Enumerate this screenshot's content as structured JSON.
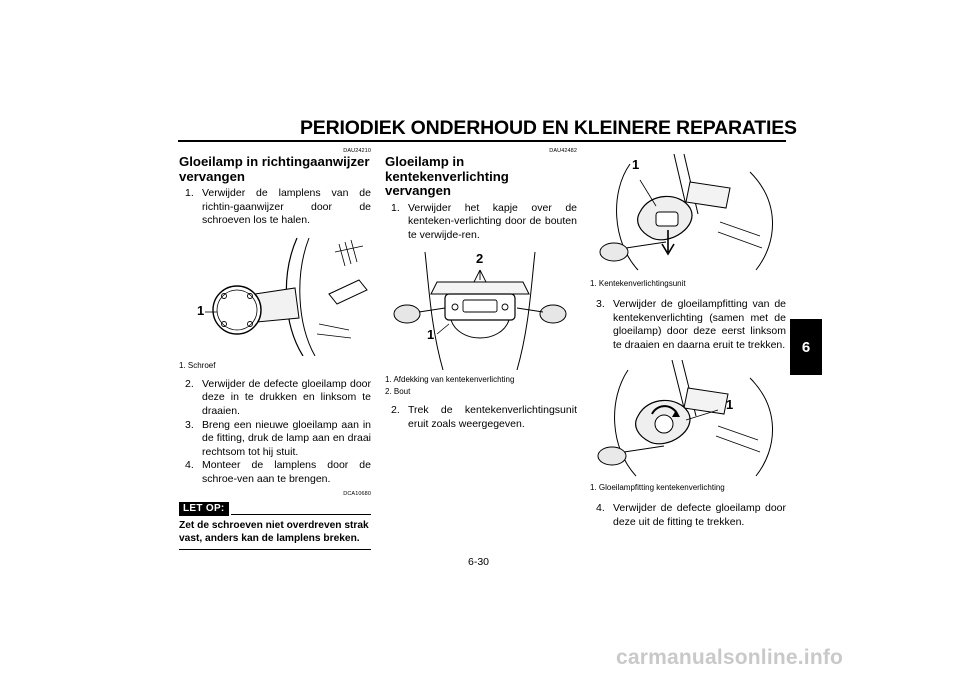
{
  "header": {
    "title": "PERIODIEK ONDERHOUD EN KLEINERE REPARATIES"
  },
  "chapter_tab": "6",
  "page_number": "6-30",
  "watermark": "carmanualsonline.info",
  "left": {
    "code": "DAU24210",
    "title": "Gloeilamp in richtingaanwijzer vervangen",
    "steps": [
      {
        "n": "1.",
        "text": "Verwijder de lamplens van de richtin-gaanwijzer door de schroeven los te halen."
      },
      {
        "n": "2.",
        "text": "Verwijder de defecte gloeilamp door deze in te drukken en linksom te draaien."
      },
      {
        "n": "3.",
        "text": "Breng een nieuwe gloeilamp aan in de fitting, druk de lamp aan en draai rechtsom tot hij stuit."
      },
      {
        "n": "4.",
        "text": "Monteer de lamplens door de schroe-ven aan te brengen."
      }
    ],
    "figure": {
      "callout": "1",
      "caption": "1.  Schroef"
    },
    "caution": {
      "code": "DCA10680",
      "label": "LET OP:",
      "text": "Zet de schroeven niet overdreven strak vast, anders kan de lamplens breken."
    }
  },
  "middle": {
    "code": "DAU42482",
    "title": "Gloeilamp in kentekenverlichting vervangen",
    "steps": [
      {
        "n": "1.",
        "text": "Verwijder het kapje over de kenteken-verlichting door de bouten te verwijde-ren."
      },
      {
        "n": "2.",
        "text": "Trek de kentekenverlichtingsunit eruit zoals weergegeven."
      }
    ],
    "figure": {
      "callouts": [
        "1",
        "2"
      ],
      "captions": [
        "1.  Afdekking van kentekenverlichting",
        "2.  Bout"
      ]
    }
  },
  "right": {
    "figure_top": {
      "callout": "1",
      "caption": "1.  Kentekenverlichtingsunit"
    },
    "steps": [
      {
        "n": "3.",
        "text": "Verwijder de gloeilampfitting van de kentekenverlichting (samen met de gloeilamp) door deze eerst linksom te draaien en daarna eruit te trekken."
      },
      {
        "n": "4.",
        "text": "Verwijder de defecte gloeilamp door deze uit de fitting te trekken."
      }
    ],
    "figure_bottom": {
      "callout": "1",
      "caption": "1.  Gloeilampfitting kentekenverlichting"
    }
  }
}
